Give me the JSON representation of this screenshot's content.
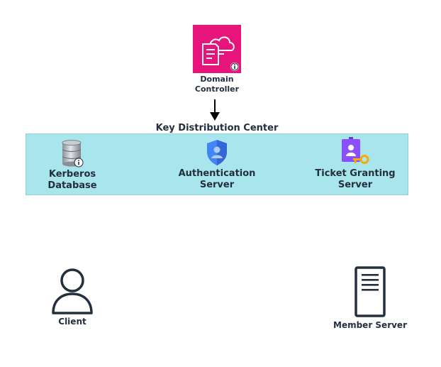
{
  "domain_controller": {
    "label_line1": "Domain",
    "label_line2": "Controller",
    "icon": "aws-directory-service-icon",
    "tile_color": "#E7157B"
  },
  "kdc": {
    "title": "Key Distribution Center",
    "band_color": "#A9E5EC",
    "components": [
      {
        "label_line1": "Kerberos",
        "label_line2": "Database",
        "icon": "database-info-icon"
      },
      {
        "label_line1": "Authentication",
        "label_line2": "Server",
        "icon": "shield-user-icon"
      },
      {
        "label_line1": "Ticket Granting",
        "label_line2": "Server",
        "icon": "id-badge-key-icon"
      }
    ]
  },
  "client": {
    "label": "Client",
    "icon": "user-icon"
  },
  "member_server": {
    "label": "Member Server",
    "icon": "server-tower-icon"
  }
}
